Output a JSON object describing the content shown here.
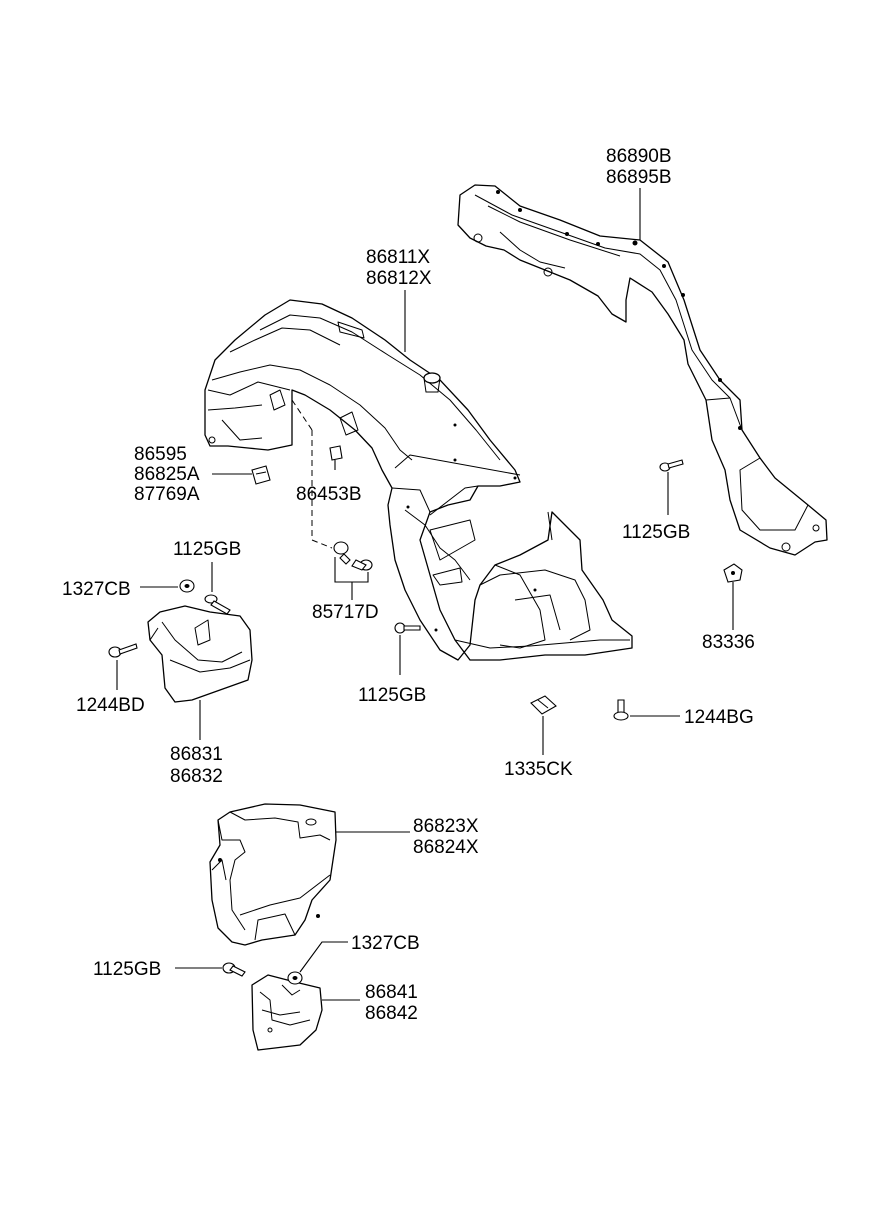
{
  "parts": {
    "p86890B": "86890B",
    "p86895B": "86895B",
    "p86811X": "86811X",
    "p86812X": "86812X",
    "p86595": "86595",
    "p86825A": "86825A",
    "p87769A": "87769A",
    "p86453B": "86453B",
    "p1125GB_a": "1125GB",
    "p1327CB_a": "1327CB",
    "p1244BD": "1244BD",
    "p85717D": "85717D",
    "p1125GB_b": "1125GB",
    "p1125GB_c": "1125GB",
    "p83336": "83336",
    "p86831": "86831",
    "p86832": "86832",
    "p1335CK": "1335CK",
    "p1244BG": "1244BG",
    "p86823X": "86823X",
    "p86824X": "86824X",
    "p1327CB_b": "1327CB",
    "p1125GB_d": "1125GB",
    "p86841": "86841",
    "p86842": "86842"
  }
}
